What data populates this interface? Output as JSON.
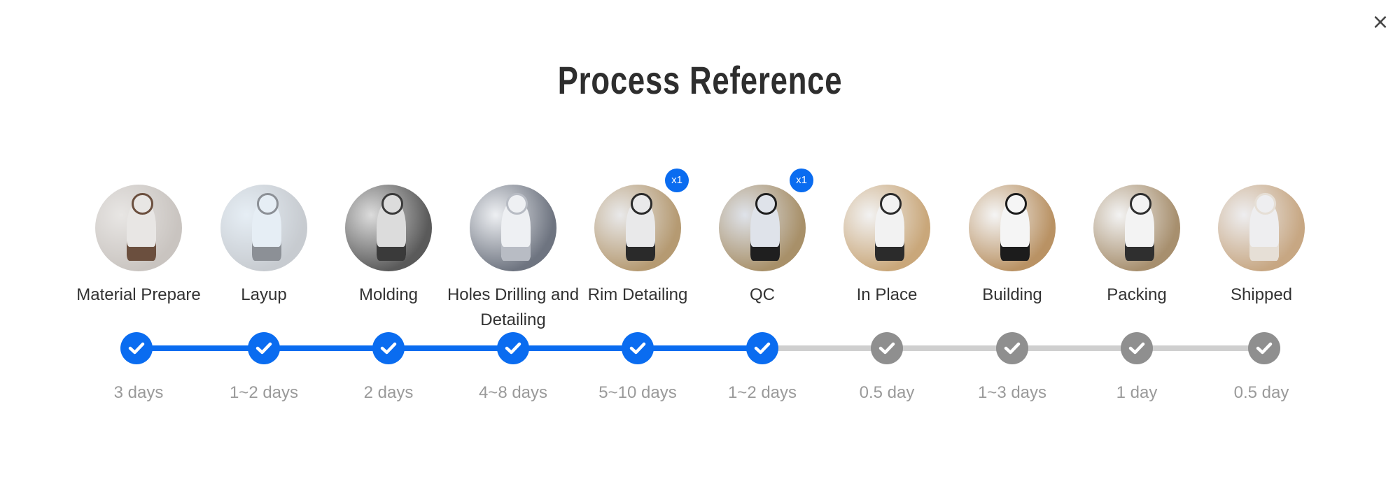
{
  "dialog": {
    "title": "Process Reference",
    "close_icon": "close-icon",
    "close_glyph": "×"
  },
  "colors": {
    "done": "#0a6cf0",
    "todo": "#8f8f8f",
    "track_todo": "#cfcfcf"
  },
  "steps": [
    {
      "label": "Material Prepare",
      "duration": "3 days",
      "status": "done",
      "badge": "",
      "photo_colors": [
        "#c9c4c0",
        "#e8e6e4",
        "#6b4f3e"
      ]
    },
    {
      "label": "Layup",
      "duration": "1~2 days",
      "status": "done",
      "badge": "",
      "photo_colors": [
        "#c7cbd0",
        "#e6eef5",
        "#8c9096"
      ]
    },
    {
      "label": "Molding",
      "duration": "2 days",
      "status": "done",
      "badge": "",
      "photo_colors": [
        "#5a5a5a",
        "#dcdcdc",
        "#3a3a3a"
      ]
    },
    {
      "label": "Holes Drilling and Detailing",
      "duration": "4~8 days",
      "status": "done",
      "badge": "",
      "photo_colors": [
        "#6e7480",
        "#eef0f3",
        "#b8bcc4"
      ]
    },
    {
      "label": "Rim Detailing",
      "duration": "5~10 days",
      "status": "done",
      "badge": "x1",
      "photo_colors": [
        "#b59a72",
        "#e9e9ea",
        "#2a2a2a"
      ]
    },
    {
      "label": "QC",
      "duration": "1~2 days",
      "status": "done",
      "badge": "x1",
      "photo_colors": [
        "#a89069",
        "#dfe3ea",
        "#1f1f1f"
      ]
    },
    {
      "label": "In Place",
      "duration": "0.5 day",
      "status": "todo",
      "badge": "",
      "photo_colors": [
        "#c9a77a",
        "#f2f2f2",
        "#2b2b2b"
      ]
    },
    {
      "label": "Building",
      "duration": "1~3 days",
      "status": "todo",
      "badge": "",
      "photo_colors": [
        "#b99264",
        "#f5f5f5",
        "#1c1c1c"
      ]
    },
    {
      "label": "Packing",
      "duration": "1 day",
      "status": "todo",
      "badge": "",
      "photo_colors": [
        "#a78f6e",
        "#f3f3f3",
        "#2f2f2f"
      ]
    },
    {
      "label": "Shipped",
      "duration": "0.5 day",
      "status": "todo",
      "badge": "",
      "photo_colors": [
        "#c7a783",
        "#eeeef0",
        "#e6dfd6"
      ]
    }
  ]
}
